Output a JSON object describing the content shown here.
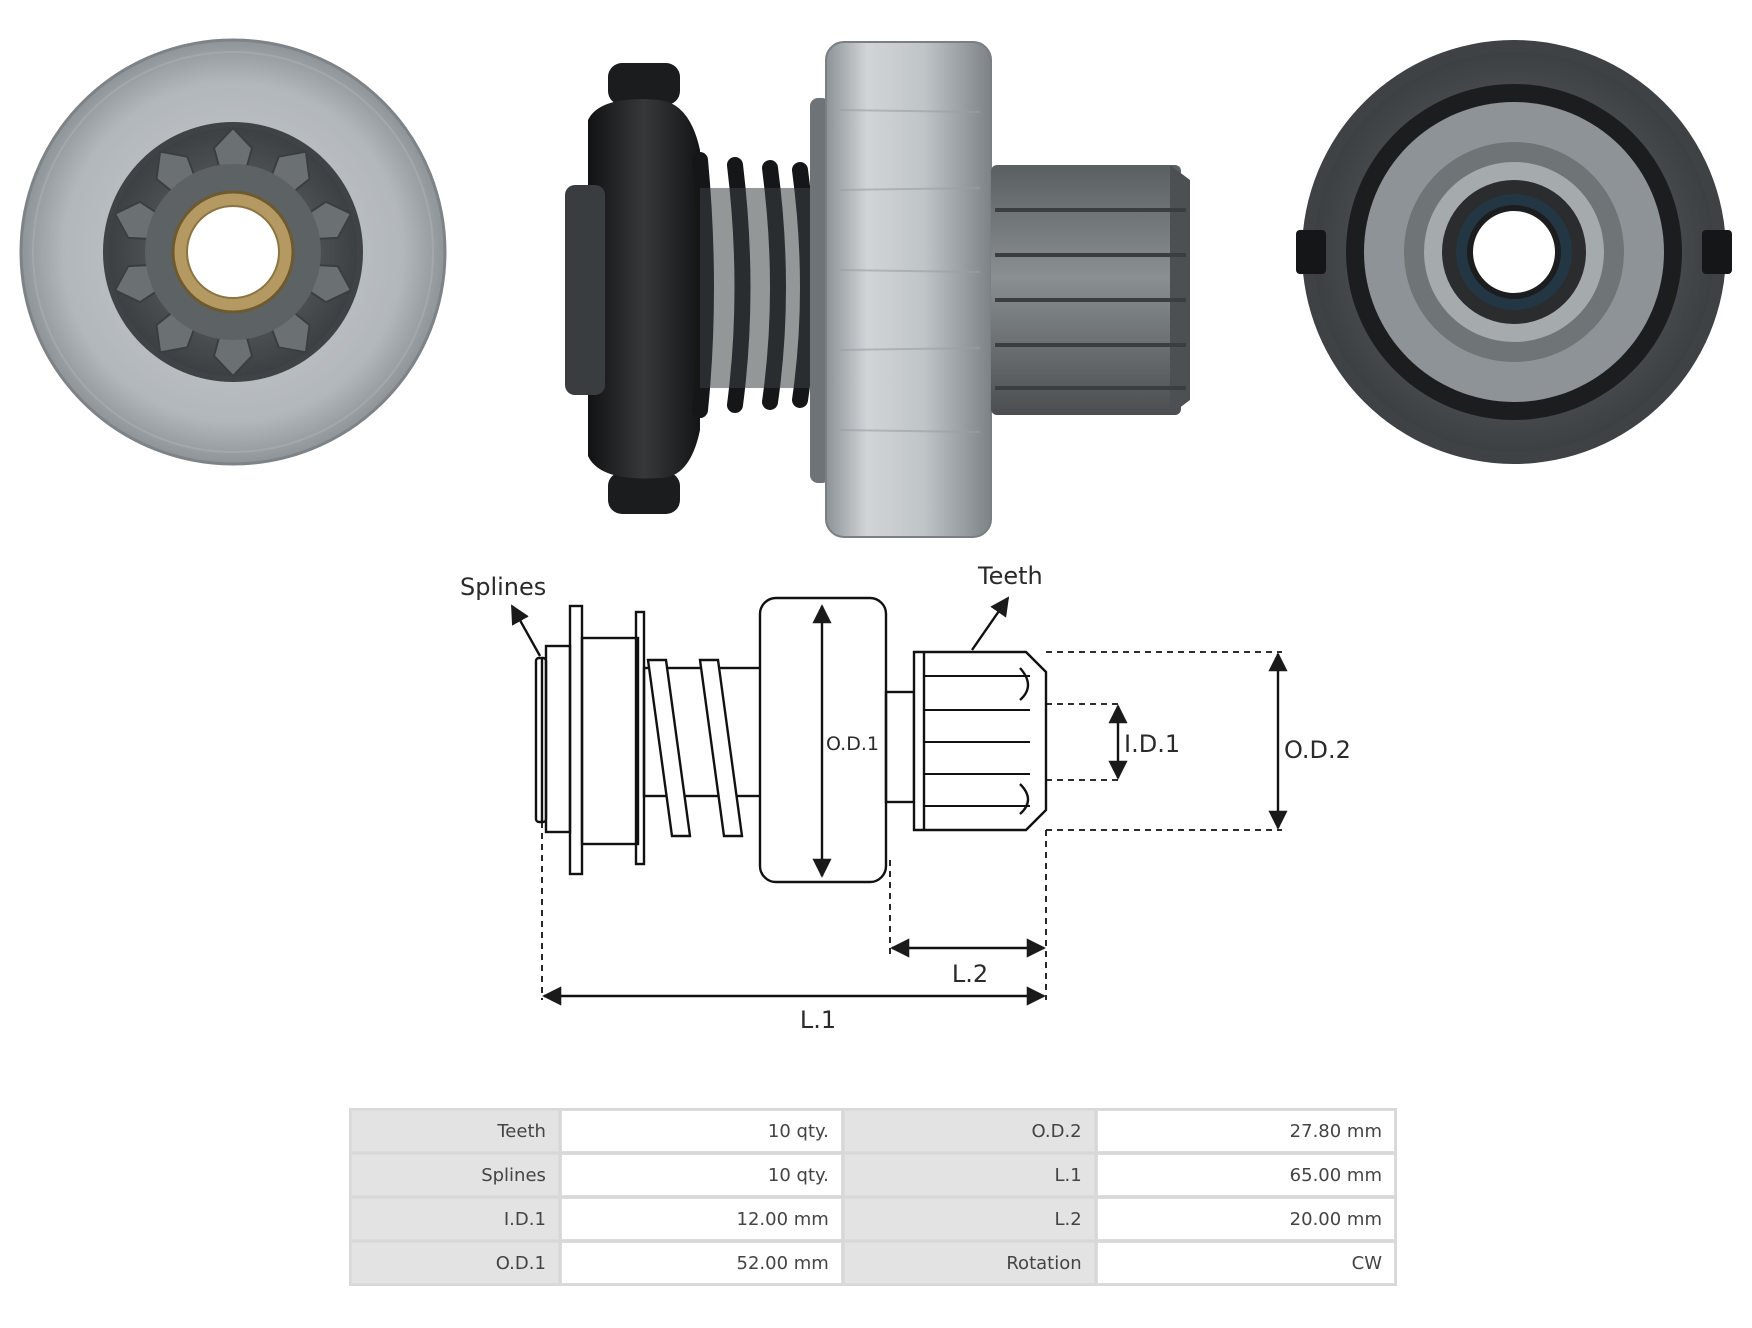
{
  "diagram": {
    "labels": {
      "splines": "Splines",
      "teeth": "Teeth",
      "od1": "O.D.1",
      "id1": "I.D.1",
      "od2": "O.D.2",
      "l1": "L.1",
      "l2": "L.2"
    }
  },
  "specs": {
    "rows": [
      {
        "k1": "Teeth",
        "v1": "10 qty.",
        "k2": "O.D.2",
        "v2": "27.80 mm"
      },
      {
        "k1": "Splines",
        "v1": "10 qty.",
        "k2": "L.1",
        "v2": "65.00 mm"
      },
      {
        "k1": "I.D.1",
        "v1": "12.00 mm",
        "k2": "L.2",
        "v2": "20.00 mm"
      },
      {
        "k1": "O.D.1",
        "v1": "52.00 mm",
        "k2": "Rotation",
        "v2": "CW"
      }
    ]
  },
  "colors": {
    "steel": "#b4b9bd",
    "dark_steel": "#4f5457",
    "black_part": "#1e1f21",
    "bronze": "#b49a62"
  }
}
